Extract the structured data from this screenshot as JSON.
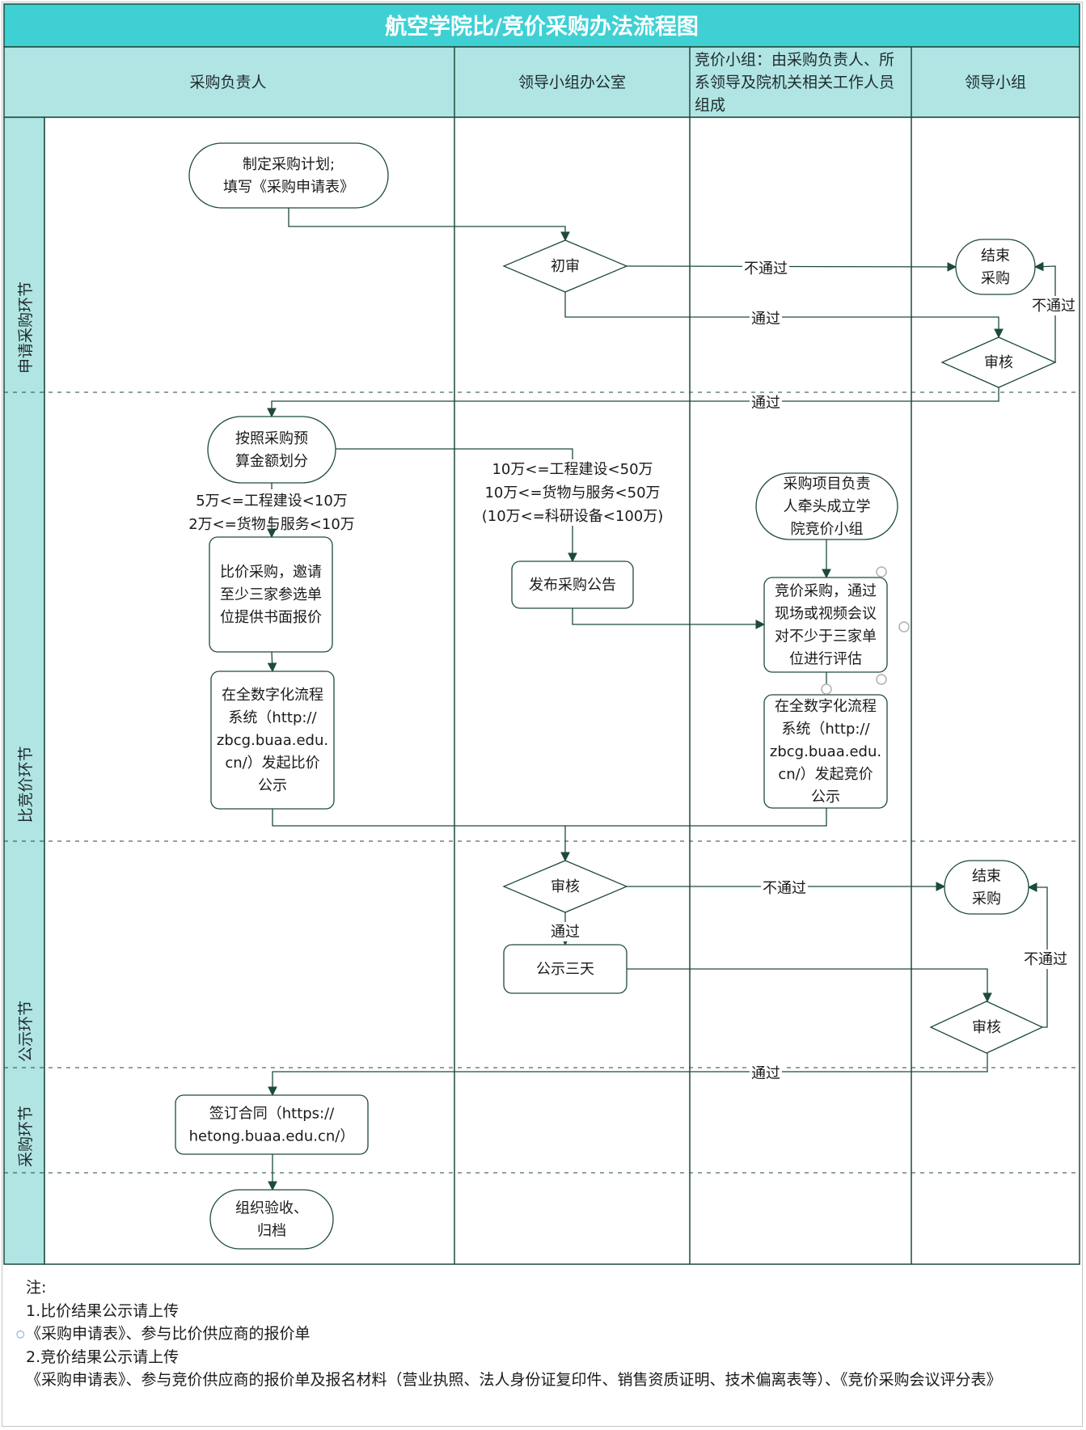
{
  "title": "航空学院比/竞价采购办法流程图",
  "colors": {
    "title_bg": "#3fd0d4",
    "header_bg": "#b0e5e4",
    "line": "#1d4a3c",
    "title_text": "#ffffff"
  },
  "lanes": [
    {
      "id": "lane1",
      "label": "采购负责人"
    },
    {
      "id": "lane2",
      "label": "领导小组办公室"
    },
    {
      "id": "lane3",
      "label": "竞价小组：由采购负责人、所系领导及院机关相关工作人员组成",
      "lines": [
        "竞价小组：由采购负责人、所",
        "系领导及院机关相关工作人员",
        "组成"
      ]
    },
    {
      "id": "lane4",
      "label": "领导小组"
    }
  ],
  "phases": [
    {
      "id": "apply",
      "label": "申请采购环节"
    },
    {
      "id": "compare",
      "label": "比竞价环节"
    },
    {
      "id": "publicize",
      "label": "公示环节"
    },
    {
      "id": "purchase",
      "label": "采购环节"
    }
  ],
  "nodes": [
    {
      "id": "n_plan",
      "shape": "terminal",
      "lines": [
        "制定采购计划;",
        "填写《采购申请表》"
      ]
    },
    {
      "id": "n_initial",
      "shape": "decision",
      "lines": [
        "初审"
      ]
    },
    {
      "id": "n_end1",
      "shape": "terminal",
      "lines": [
        "结束",
        "采购"
      ]
    },
    {
      "id": "n_review1",
      "shape": "decision",
      "lines": [
        "审核"
      ]
    },
    {
      "id": "n_split",
      "shape": "terminal",
      "lines": [
        "按照采购预",
        "算金额划分"
      ]
    },
    {
      "id": "n_compare",
      "shape": "process",
      "lines": [
        "比价采购，邀请",
        "至少三家参选单",
        "位提供书面报价"
      ]
    },
    {
      "id": "n_compare_pub",
      "shape": "process",
      "lines": [
        "在全数字化流程",
        "系统（http://",
        "zbcg.buaa.edu.",
        "cn/）发起比价",
        "公示"
      ]
    },
    {
      "id": "n_announce",
      "shape": "process",
      "lines": [
        "发布采购公告"
      ]
    },
    {
      "id": "n_team",
      "shape": "terminal",
      "lines": [
        "采购项目负责",
        "人牵头成立学",
        "院竞价小组"
      ]
    },
    {
      "id": "n_bid",
      "shape": "process",
      "lines": [
        "竞价采购，通过",
        "现场或视频会议",
        "对不少于三家单",
        "位进行评估"
      ]
    },
    {
      "id": "n_bid_pub",
      "shape": "process",
      "lines": [
        "在全数字化流程",
        "系统（http://",
        "zbcg.buaa.edu.",
        "cn/）发起竞价",
        "公示"
      ]
    },
    {
      "id": "n_review2",
      "shape": "decision",
      "lines": [
        "审核"
      ]
    },
    {
      "id": "n_end2",
      "shape": "terminal",
      "lines": [
        "结束",
        "采购"
      ]
    },
    {
      "id": "n_publicize",
      "shape": "process",
      "lines": [
        "公示三天"
      ]
    },
    {
      "id": "n_review3",
      "shape": "decision",
      "lines": [
        "审核"
      ]
    },
    {
      "id": "n_contract",
      "shape": "process",
      "lines": [
        "签订合同（https://",
        "hetong.buaa.edu.cn/）"
      ]
    },
    {
      "id": "n_archive",
      "shape": "terminal",
      "lines": [
        "组织验收、",
        "归档"
      ]
    }
  ],
  "edges": [
    {
      "from": "n_plan",
      "to": "n_initial",
      "label": ""
    },
    {
      "from": "n_initial",
      "to": "n_end1",
      "label": "不通过"
    },
    {
      "from": "n_initial",
      "to": "n_review1",
      "label": "通过"
    },
    {
      "from": "n_review1",
      "to": "n_end1",
      "label": "不通过"
    },
    {
      "from": "n_review1",
      "to": "n_split",
      "label": "通过"
    },
    {
      "from": "n_split",
      "to": "n_compare",
      "label": [
        "5万<=工程建设<10万",
        "2万<=货物与服务<10万"
      ]
    },
    {
      "from": "n_split",
      "to": "n_announce",
      "label": [
        "10万<=工程建设<50万",
        "10万<=货物与服务<50万",
        "(10万<=科研设备<100万)"
      ]
    },
    {
      "from": "n_compare",
      "to": "n_compare_pub",
      "label": ""
    },
    {
      "from": "n_announce",
      "to": "n_bid",
      "label": ""
    },
    {
      "from": "n_team",
      "to": "n_bid",
      "label": ""
    },
    {
      "from": "n_bid",
      "to": "n_bid_pub",
      "label": ""
    },
    {
      "from": "n_compare_pub",
      "to": "n_review2",
      "label": ""
    },
    {
      "from": "n_bid_pub",
      "to": "n_review2",
      "label": ""
    },
    {
      "from": "n_review2",
      "to": "n_end2",
      "label": "不通过"
    },
    {
      "from": "n_review2",
      "to": "n_publicize",
      "label": "通过"
    },
    {
      "from": "n_publicize",
      "to": "n_review3",
      "label": ""
    },
    {
      "from": "n_review3",
      "to": "n_end2",
      "label": "不通过"
    },
    {
      "from": "n_review3",
      "to": "n_contract",
      "label": "通过"
    },
    {
      "from": "n_contract",
      "to": "n_archive",
      "label": ""
    }
  ],
  "notes": {
    "heading": "注:",
    "items": [
      "1.比价结果公示请上传",
      "《采购申请表》、参与比价供应商的报价单",
      "2.竞价结果公示请上传",
      "《采购申请表》、参与竞价供应商的报价单及报名材料（营业执照、法人身份证复印件、销售资质证明、技术偏离表等）、《竞价采购会议评分表》"
    ]
  }
}
